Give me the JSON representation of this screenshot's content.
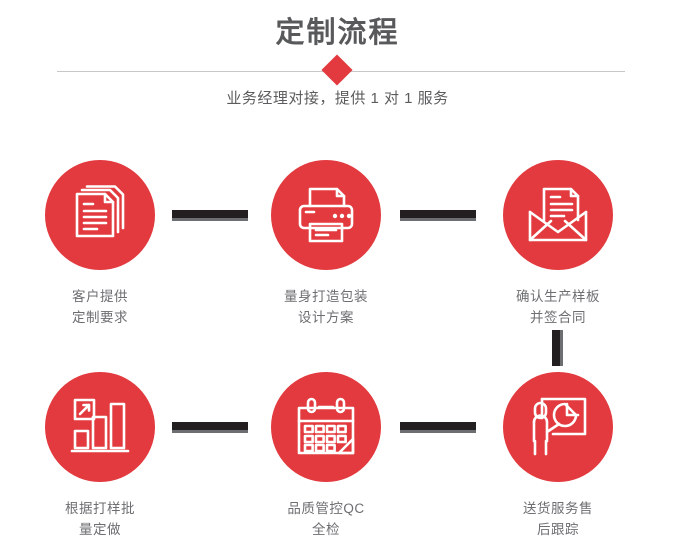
{
  "header": {
    "title": "定制流程",
    "subtitle": "业务经理对接，提供 1 对 1 服务",
    "divider_icon": "diamond-marker",
    "accent_color": "#e23a3e",
    "title_color": "#58595b",
    "line_color": "#c7c7c9"
  },
  "flow": {
    "connector_color": "#231f20",
    "connector_shadow_color": "#6d6e71",
    "steps": [
      {
        "id": "step-1",
        "order": 1,
        "label": "客户提供\n定制要求",
        "icon": "documents-stack-icon"
      },
      {
        "id": "step-2",
        "order": 2,
        "label": "量身打造包装\n设计方案",
        "icon": "printer-icon"
      },
      {
        "id": "step-3",
        "order": 3,
        "label": "确认生产样板\n并签合同",
        "icon": "envelope-letter-icon"
      },
      {
        "id": "step-4",
        "order": 4,
        "label": "根据打样批\n量定做",
        "icon": "bar-chart-growth-icon"
      },
      {
        "id": "step-5",
        "order": 5,
        "label": "品质管控QC\n全检",
        "icon": "calendar-icon"
      },
      {
        "id": "step-6",
        "order": 6,
        "label": "送货服务售\n后跟踪",
        "icon": "presenter-pie-chart-icon"
      }
    ]
  }
}
